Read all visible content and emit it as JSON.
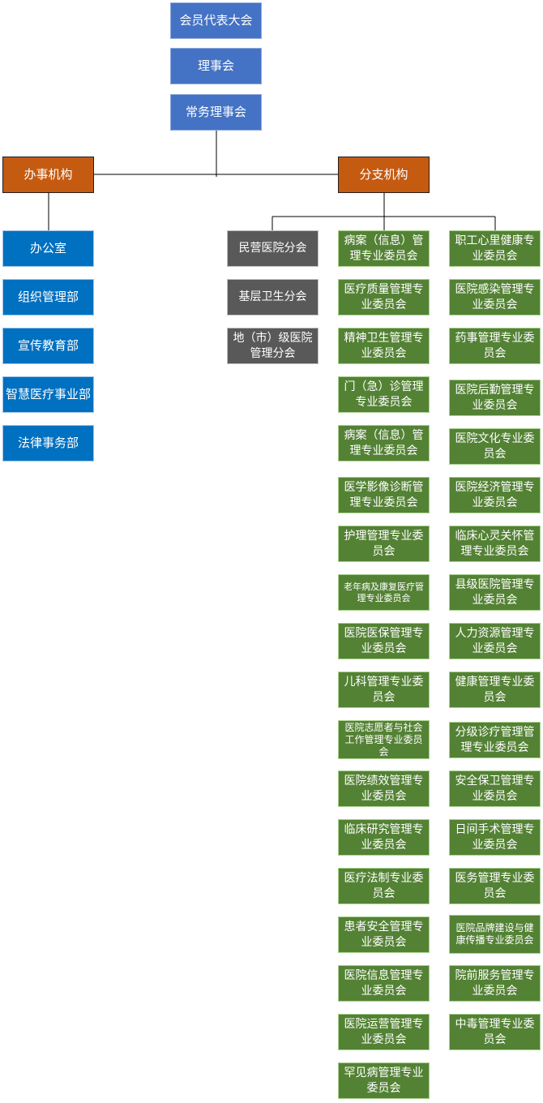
{
  "top": [
    "会员代表大会",
    "理事会",
    "常务理事会"
  ],
  "branch_left": "办事机构",
  "branch_right": "分支机构",
  "offices": [
    "办公室",
    "组织管理部",
    "宣传教育部",
    "智慧医疗事业部",
    "法律事务部"
  ],
  "gray_col": [
    "民营医院分会",
    "基层卫生分会",
    "地（市）级医院管理分会"
  ],
  "mid_col": [
    "病案（信息）管理专业委员会",
    "医疗质量管理专业委员会",
    "精神卫生管理专业委员会",
    "门（急）诊管理专业委员会",
    "病案（信息）管理专业委员会",
    "医学影像诊断管理专业委员会",
    "护理管理专业委员会",
    "老年病及康复医疗管理专业委员会",
    "医院医保管理专业委员会",
    "儿科管理专业委员会",
    "医院志愿者与社会工作管理专业委员会",
    "医院绩效管理专业委员会",
    "临床研究管理专业委员会",
    "医疗法制专业委员会",
    "患者安全管理专业委员会",
    "医院信息管理专业委员会",
    "医院运营管理专业委员会",
    "罕见病管理专业委员会"
  ],
  "right_col": [
    "职工心里健康专业委员会",
    "医院感染管理专业委员会",
    "药事管理专业委员会",
    "医院后勤管理专业委员会",
    "医院文化专业委员会",
    "医院经济管理专业委员会",
    "临床心灵关怀管理专业委员会",
    "县级医院管理专业委员会",
    "人力资源管理专业委员会",
    "健康管理专业委员会",
    "分级诊疗管理管理专业委员会",
    "安全保卫管理专业委员会",
    "日间手术管理专业委员会",
    "医务管理专业委员会",
    "医院品牌建设与健康传播专业委员会",
    "院前服务管理专业委员会",
    "中毒管理专业委员会"
  ]
}
